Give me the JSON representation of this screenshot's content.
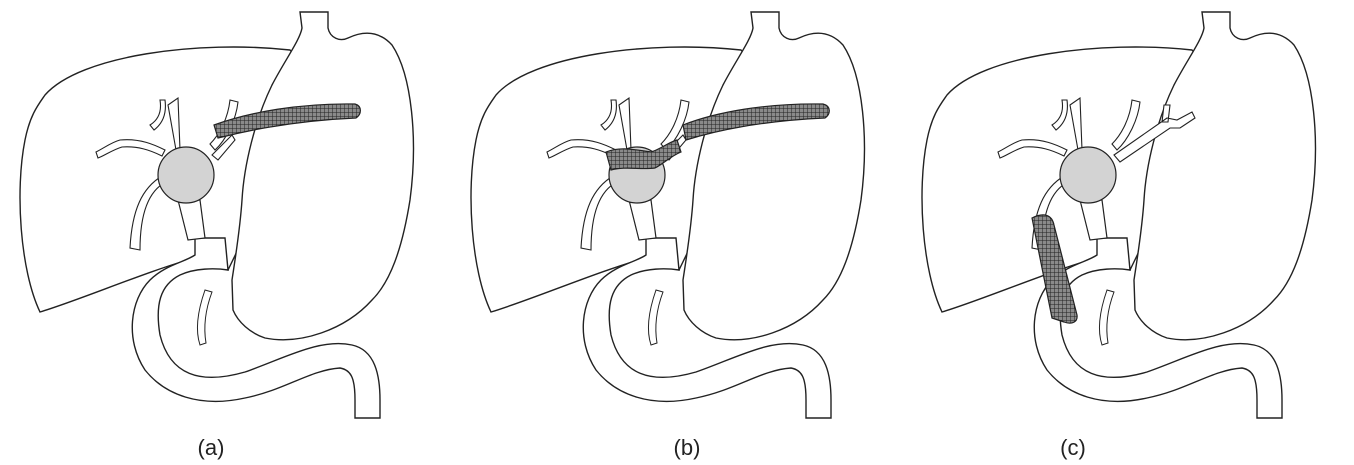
{
  "colors": {
    "outline": "#222222",
    "organ_fill": "#ffffff",
    "tumor_fill": "#d3d3d3",
    "stent_fill": "#777777"
  },
  "panels": [
    {
      "label": "(a)",
      "stent": "left-hepatic-duct-to-stomach"
    },
    {
      "label": "(b)",
      "stent": "bridging-hilum-to-stomach"
    },
    {
      "label": "(c)",
      "stent": "common-bile-duct-to-duodenum"
    }
  ]
}
